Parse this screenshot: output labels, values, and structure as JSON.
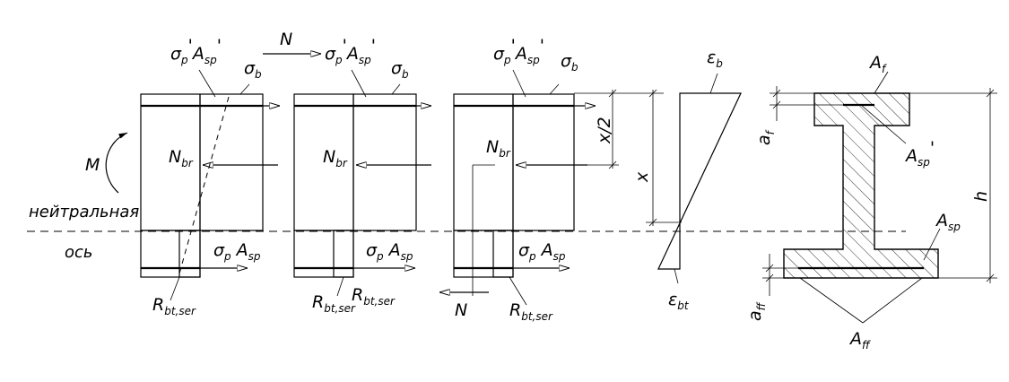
{
  "labels": {
    "sigma_b_A_sp_prime": "σ",
    "sigma_sub": "p",
    "A": "A",
    "sp_sub": "sp",
    "prime": "'",
    "sigma_b": "σ",
    "b_sub": "b",
    "N": "N",
    "N_br": "N",
    "br_sub": "br",
    "M": "M",
    "neutral_word": "нейтральная",
    "axis_word": "ось",
    "R": "R",
    "bt_ser_sub": "bt,ser",
    "x_half": "x/2",
    "x": "x",
    "epsilon": "ε",
    "eps_b_sub": "b",
    "eps_bt_sub": "bt",
    "A_f": "A",
    "f_sub": "f",
    "A_ff": "A",
    "ff_sub": "ff",
    "a_f": "a",
    "a_ff": "a",
    "h": "h"
  }
}
